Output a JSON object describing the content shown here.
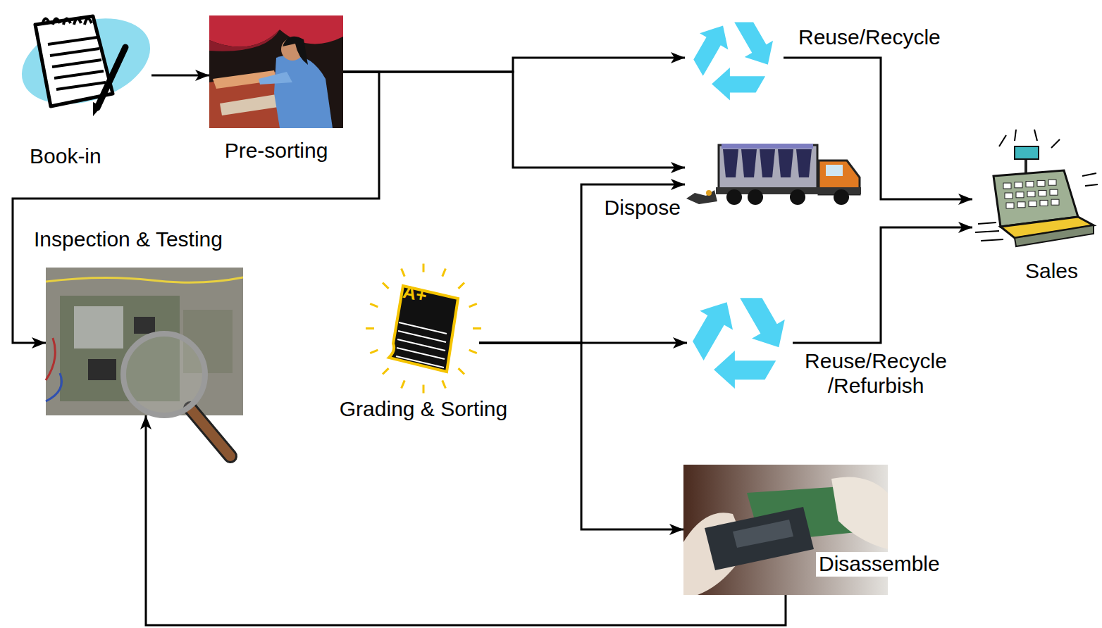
{
  "diagram": {
    "nodes": [
      {
        "text": [
          "Book-in"
        ]
      },
      {
        "text": [
          "Pre-sorting"
        ]
      },
      {
        "text": [
          "Reuse/Recycle"
        ]
      },
      {
        "text": [
          "Dispose"
        ]
      },
      {
        "text": [
          "Sales"
        ]
      },
      {
        "text": [
          "Inspection & Testing"
        ]
      },
      {
        "text": [
          "Grading & Sorting"
        ]
      },
      {
        "text": [
          "Reuse/Recycle /Refurbish"
        ]
      },
      {
        "text": [
          "Disassemble"
        ]
      }
    ],
    "edges": [
      {
        "from": 0,
        "to": 1,
        "arrow": "to"
      },
      {
        "from": 1,
        "to": 2,
        "arrow": "to"
      },
      {
        "from": 1,
        "to": 3,
        "arrow": "to"
      },
      {
        "from": 1,
        "to": 5,
        "arrow": "to"
      },
      {
        "from": 2,
        "to": 4,
        "arrow": "to"
      },
      {
        "from": 6,
        "to": 3,
        "arrow": "to"
      },
      {
        "from": 6,
        "to": 7,
        "arrow": "to"
      },
      {
        "from": 6,
        "to": 8,
        "arrow": "to"
      },
      {
        "from": 7,
        "to": 4,
        "arrow": "to"
      },
      {
        "from": 8,
        "to": 5,
        "arrow": "to"
      }
    ],
    "labels": [
      "A+"
    ]
  }
}
